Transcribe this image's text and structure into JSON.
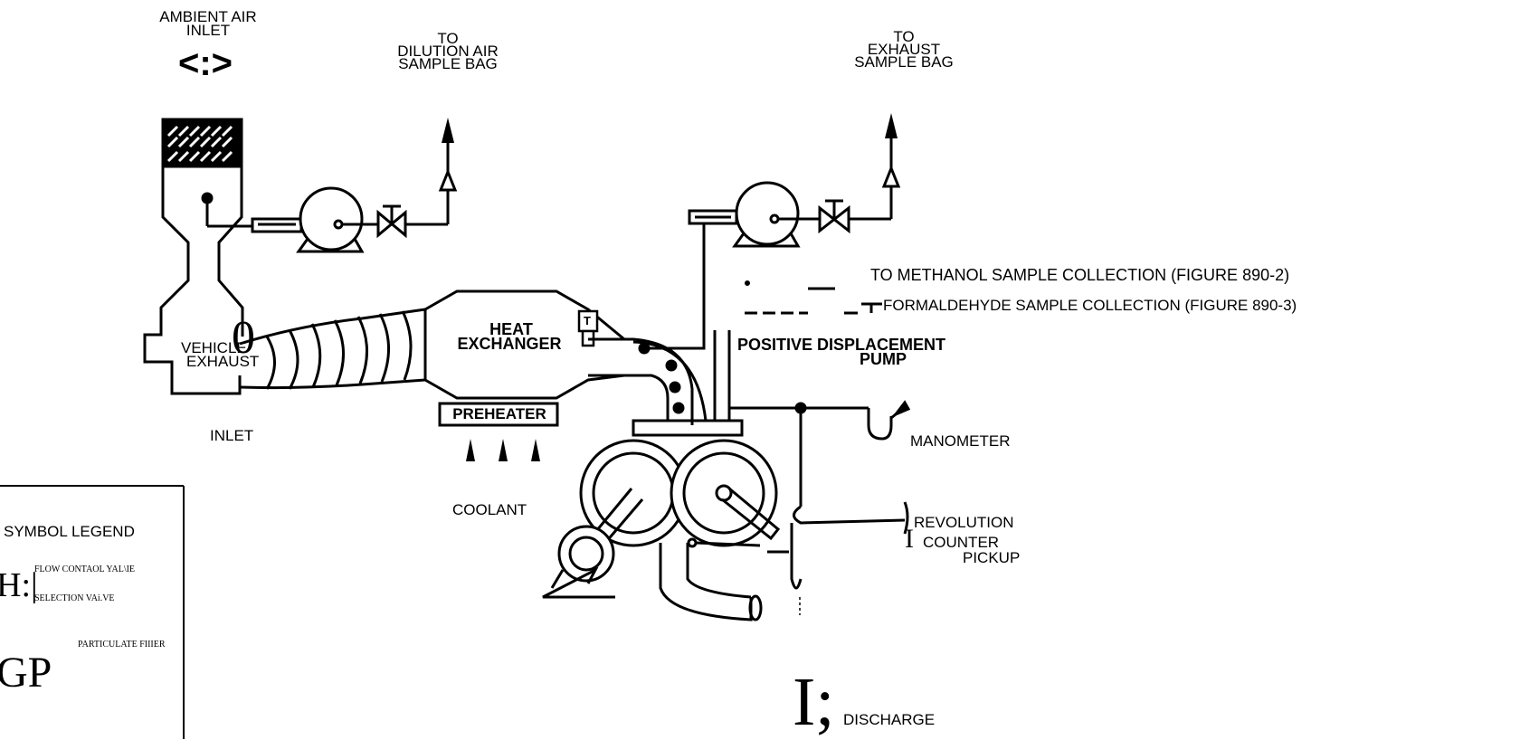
{
  "labels": {
    "ambient_air_inlet": "AMBIENT AIR\nINLET",
    "ambient_symbol": "<:>",
    "to_dilution_bag": "TO\nDILUTION AIR\nSAMPLE BAG",
    "to_exhaust_bag": "TO\nEXHAUST\nSAMPLE BAG",
    "vehicle": "VEHICLE",
    "exhaust": "EXHAUST",
    "inlet": "INLET",
    "heat": "HEAT",
    "exchanger": "EXCHANGER",
    "preheater": "PREHEATER",
    "coolant": "COOLANT",
    "to_methanol": "TO METHANOL SAMPLE COLLECTION (FIGURE 890-2)",
    "formaldehyde": "FORMALDEHYDE SAMPLE COLLECTION (FIGURE 890-3)",
    "positive_displacement": "POSITIVE DISPLACEMENT",
    "pump": "PUMP",
    "manometer": "MANOMETER",
    "revolution": "REVOLUTION",
    "counter": "COUNTER",
    "pickup": "PICKUP",
    "discharge": "DISCHARGE",
    "thermo_t": "T"
  },
  "legend": {
    "title": "SYMBOL LEGEND",
    "flow_control_valve": "FLOW CONTAOL YAL\\IE",
    "selection_valve": "SELECTION VAi.VE",
    "particulate_filter": "PARTICULATE FIIIER",
    "glyph_valve": "H:|",
    "glyph_filter": "GP"
  }
}
